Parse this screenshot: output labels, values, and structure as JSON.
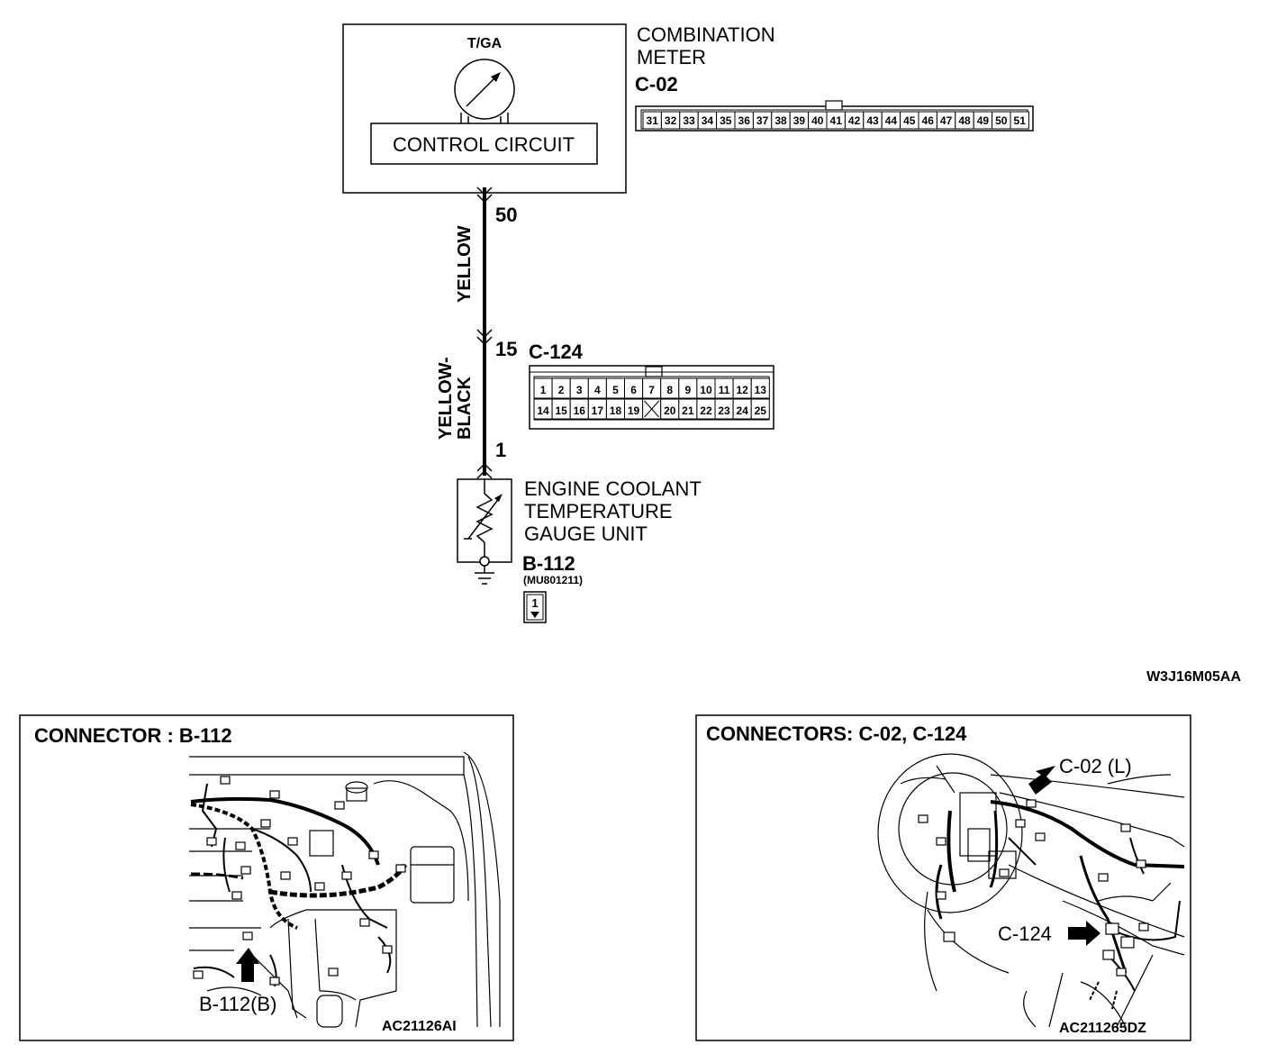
{
  "schematic": {
    "meter": {
      "gauge_label": "T/GA",
      "control_circuit": "CONTROL CIRCUIT",
      "name_line1": "COMBINATION",
      "name_line2": "METER",
      "connector_id": "C-02",
      "connector_pins": [
        "31",
        "32",
        "33",
        "34",
        "35",
        "36",
        "37",
        "38",
        "39",
        "40",
        "41",
        "42",
        "43",
        "44",
        "45",
        "46",
        "47",
        "48",
        "49",
        "50",
        "51"
      ]
    },
    "wire_upper": {
      "color_label": "YELLOW",
      "pin_top": "50",
      "pin_bottom": "15"
    },
    "junction_connector": {
      "id": "C-124",
      "row1": [
        "1",
        "2",
        "3",
        "4",
        "5",
        "6",
        "7",
        "8",
        "9",
        "10",
        "11",
        "12",
        "13"
      ],
      "row2": [
        "14",
        "15",
        "16",
        "17",
        "18",
        "19",
        "",
        "20",
        "21",
        "22",
        "23",
        "24",
        "25"
      ]
    },
    "wire_lower": {
      "color_label_line1": "YELLOW-",
      "color_label_line2": "BLACK",
      "pin_bottom": "1"
    },
    "sensor": {
      "name_line1": "ENGINE COOLANT",
      "name_line2": "TEMPERATURE",
      "name_line3": "GAUGE UNIT",
      "connector_id": "B-112",
      "part_number": "(MU801211)",
      "pin_box": "1"
    },
    "diagram_code": "W3J16M05AA"
  },
  "panels": [
    {
      "title": "CONNECTOR : B-112",
      "callout": "B-112(B)",
      "code": "AC21126AI"
    },
    {
      "title": "CONNECTORS: C-02, C-124",
      "callout_top": "C-02 (L)",
      "callout_mid": "C-124",
      "code": "AC211265DZ"
    }
  ]
}
